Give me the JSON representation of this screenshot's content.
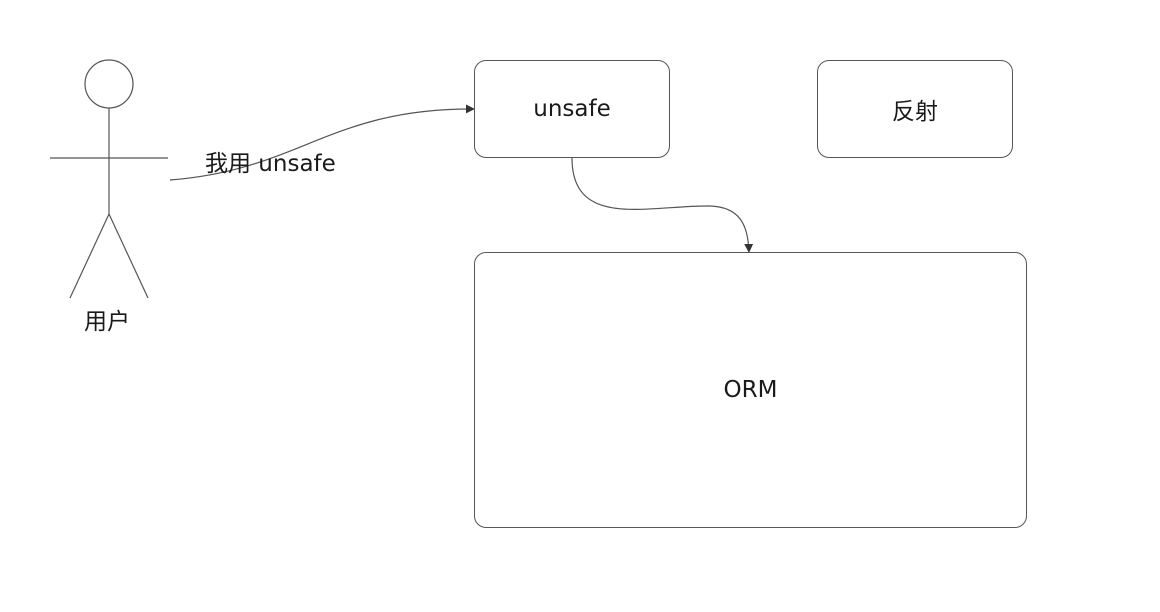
{
  "actor": {
    "label": "用户"
  },
  "nodes": {
    "unsafe": "unsafe",
    "reflect": "反射",
    "orm": "ORM"
  },
  "edges": {
    "user_to_unsafe": "我用 unsafe"
  },
  "colors": {
    "stroke": "#555555",
    "text": "#1a1a1a",
    "background": "#ffffff"
  }
}
